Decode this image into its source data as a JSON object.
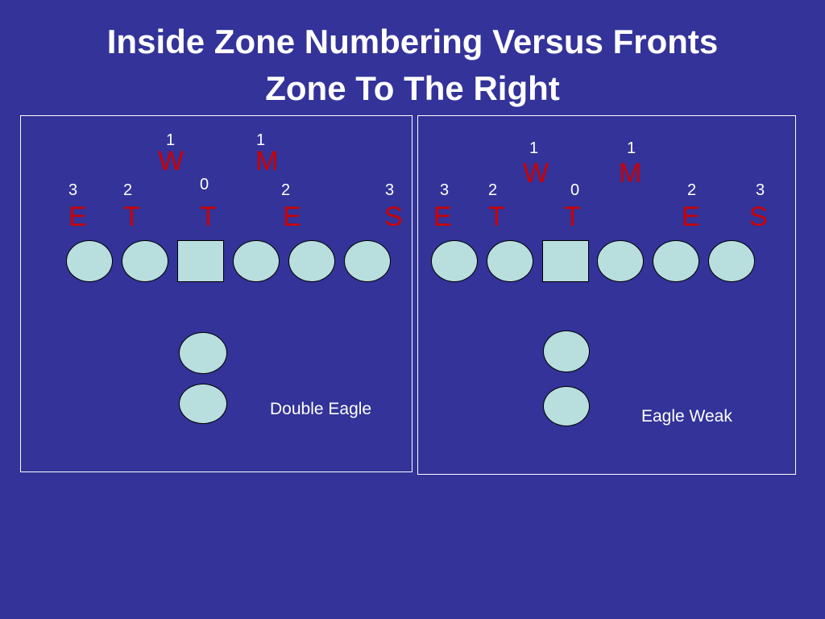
{
  "title_lines": [
    "Inside Zone Numbering Versus Fronts",
    "Zone To The Right"
  ],
  "colors": {
    "background": "#333399",
    "text": "#ffffff",
    "defender": "#cc0000",
    "player_fill": "#b8dede",
    "player_outline": "#000000"
  },
  "fronts": [
    {
      "name": "Double Eagle",
      "defenders": [
        {
          "letter": "E",
          "number": "3"
        },
        {
          "letter": "T",
          "number": "2"
        },
        {
          "letter": "W",
          "number": "1"
        },
        {
          "letter": "T",
          "number": "0"
        },
        {
          "letter": "M",
          "number": "1"
        },
        {
          "letter": "E",
          "number": "2"
        },
        {
          "letter": "S",
          "number": "3"
        }
      ]
    },
    {
      "name": "Eagle Weak",
      "defenders": [
        {
          "letter": "E",
          "number": "3"
        },
        {
          "letter": "T",
          "number": "2"
        },
        {
          "letter": "W",
          "number": "1"
        },
        {
          "letter": "T",
          "number": "0"
        },
        {
          "letter": "M",
          "number": "1"
        },
        {
          "letter": "E",
          "number": "2"
        },
        {
          "letter": "S",
          "number": "3"
        }
      ]
    }
  ]
}
